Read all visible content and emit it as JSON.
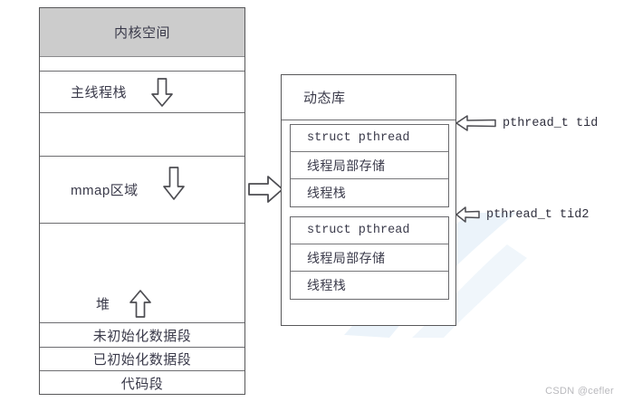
{
  "diagram": {
    "title": "Linux process address space and pthread layout",
    "colors": {
      "kernel_fill": "#cccccc",
      "stroke": "#58585a",
      "text": "#3a3a4a",
      "watermark": "#b9b9bd",
      "swoosh": "#d8e8f5"
    }
  },
  "address_space": {
    "name": "process-address-space",
    "rows": [
      {
        "label": "内核空间",
        "kind": "kernel",
        "arrow": "none"
      },
      {
        "label": "",
        "kind": "blank",
        "arrow": "none"
      },
      {
        "label": "主线程栈",
        "kind": "region",
        "arrow": "down"
      },
      {
        "label": "",
        "kind": "blank",
        "arrow": "none"
      },
      {
        "label": "mmap区域",
        "kind": "region",
        "arrow": "down"
      },
      {
        "label": "堆",
        "kind": "region",
        "arrow": "up"
      },
      {
        "label": "未初始化数据段",
        "kind": "segment",
        "arrow": "none"
      },
      {
        "label": "已初始化数据段",
        "kind": "segment",
        "arrow": "none"
      },
      {
        "label": "代码段",
        "kind": "segment",
        "arrow": "none"
      }
    ]
  },
  "flow_arrow": {
    "name": "mmap-to-dylib-arrow",
    "direction": "right"
  },
  "dylib_panel": {
    "name": "dynamic-library-panel",
    "header": "动态库",
    "threads": [
      {
        "callout": "pthread_t tid",
        "rows": [
          "struct pthread",
          "线程局部存储",
          "线程栈"
        ]
      },
      {
        "callout": "pthread_t tid2",
        "rows": [
          "struct pthread",
          "线程局部存储",
          "线程栈"
        ]
      }
    ]
  },
  "watermark": {
    "text": "CSDN @cefler"
  }
}
